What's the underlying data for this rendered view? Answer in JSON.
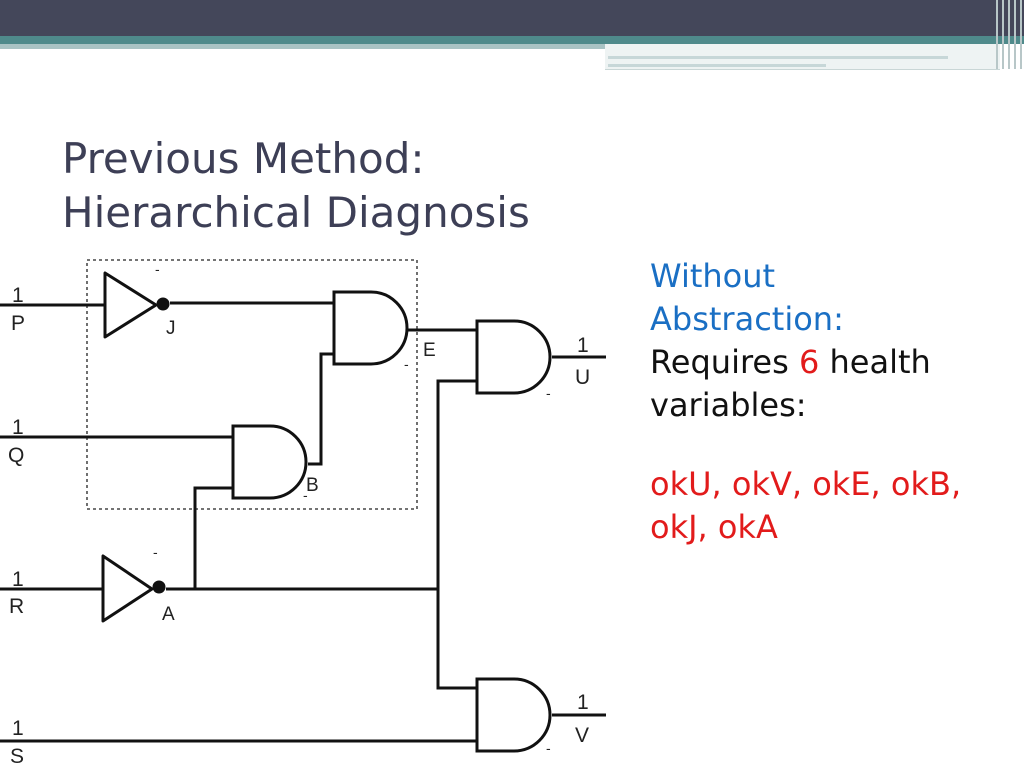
{
  "slide": {
    "title_line1": "Previous Method:",
    "title_line2": "Hierarchical Diagnosis"
  },
  "side_panel": {
    "heading_line1": "Without",
    "heading_line2": "Abstraction:",
    "requires_prefix": "Requires",
    "requires_count": "6",
    "requires_suffix": "health",
    "requires_line2": "variables:",
    "vars_line1": "okU, okV, okE, okB,",
    "vars_line2": "okJ, okA"
  },
  "circuit": {
    "inputs": [
      {
        "name": "P",
        "value": "1"
      },
      {
        "name": "Q",
        "value": "1"
      },
      {
        "name": "R",
        "value": "1"
      },
      {
        "name": "S",
        "value": "1"
      }
    ],
    "gates": {
      "J": {
        "label": "J",
        "type": "not",
        "health": "-"
      },
      "A": {
        "label": "A",
        "type": "not",
        "health": "-"
      },
      "E": {
        "label": "E",
        "type": "and",
        "health": "-"
      },
      "B": {
        "label": "B",
        "type": "and",
        "health": "-"
      },
      "U": {
        "label": "U",
        "type": "and",
        "health": "-"
      },
      "V": {
        "label": "V",
        "type": "and",
        "health": "-"
      }
    },
    "outputs": [
      {
        "name": "U",
        "value": "1"
      },
      {
        "name": "V",
        "value": "1"
      }
    ]
  },
  "colors": {
    "title": "#3d3f56",
    "heading": "#1a6fc4",
    "highlight": "#e21b1b",
    "band_dark": "#44475a",
    "band_teal": "#4f8a8b"
  }
}
